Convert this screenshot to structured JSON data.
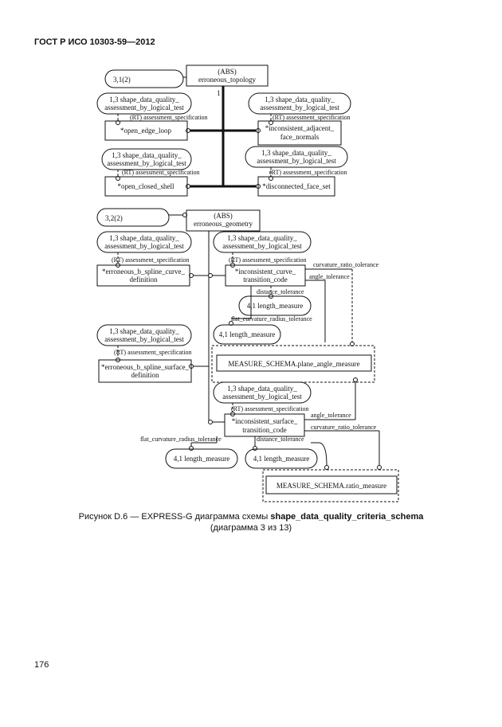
{
  "header": {
    "title": "ГОСТ Р ИСО 10303-59—2012"
  },
  "diagram": {
    "top": {
      "ref_page": "3,1(2)",
      "abs_entity": [
        "(ABS)",
        "erroneous_topology"
      ],
      "cardinality": "1",
      "quality_refs": [
        [
          "1,3  shape_data_quality_",
          "assessment_by_logical_test"
        ],
        [
          "1,3  shape_data_quality_",
          "assessment_by_logical_test"
        ],
        [
          "1,3  shape_data_quality_",
          "assessment_by_logical_test"
        ],
        [
          "1,3  shape_data_quality_",
          "assessment_by_logical_test"
        ]
      ],
      "rt_labels": [
        "(RT) assessment_specification",
        "(RT) assessment_specification",
        "(RT) assessment_specification",
        "(RT) assessment_specification"
      ],
      "entities": [
        [
          "*open_edge_loop"
        ],
        [
          "*inconsistent_adjacent_",
          "face_normals"
        ],
        [
          "*open_closed_shell"
        ],
        [
          "*disconnected_face_set"
        ]
      ]
    },
    "bottom": {
      "ref_page": "3,2(2)",
      "abs_entity": [
        "(ABS)",
        "erroneous_geometry"
      ],
      "quality_refs": [
        [
          "1,3  shape_data_quality_",
          "assessment_by_logical_test"
        ],
        [
          "1,3  shape_data_quality_",
          "assessment_by_logical_test"
        ],
        [
          "1,3  shape_data_quality_",
          "assessment_by_logical_test"
        ],
        [
          "1,3  shape_data_quality_",
          "assessment_by_logical_test"
        ]
      ],
      "rt_labels": [
        "(RT) assessment_specification",
        "(RT) assessment_specification",
        "(RT) assessment_specification",
        "(RT) assessment_specification"
      ],
      "entities": [
        [
          "*erroneous_b_spline_curve_",
          "definition"
        ],
        [
          "*inconsistent_curve_",
          "transition_code"
        ],
        [
          "*erroneous_b_spline_surface_",
          "definition"
        ],
        [
          "*inconsistent_surface_",
          "transition_code"
        ]
      ],
      "attributes": {
        "curvature_ratio_tolerance": "curvature_ratio_tolerance",
        "angle_tolerance": "angle_tolerance",
        "distance_tolerance": "distance_tolerance",
        "flat_curvature_radius_tolerance": "flat_curvature_radius_tolerance"
      },
      "length_measure_ref": "4,1  length_measure",
      "plane_angle_type": "MEASURE_SCHEMA.plane_angle_measure",
      "ratio_type": "MEASURE_SCHEMA.ratio_measure"
    }
  },
  "caption": {
    "prefix": "Рисунок D.6 — EXPRESS-G диаграмма схемы ",
    "schema": "shape_data_quality_criteria_schema",
    "line2": "(диаграмма 3 из 13)"
  },
  "page_number": "176"
}
